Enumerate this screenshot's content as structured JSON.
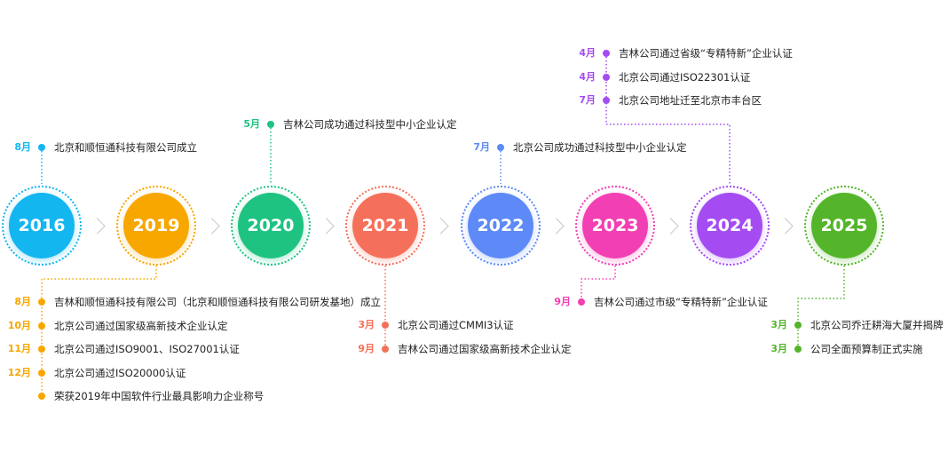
{
  "years": [
    {
      "id": "2016",
      "label": "2016",
      "color": "#14b6f0",
      "top": [
        {
          "month": "8月",
          "text": "北京和顺恒通科技有限公司成立"
        }
      ],
      "bottom": []
    },
    {
      "id": "2019",
      "label": "2019",
      "color": "#f7a700",
      "top": [],
      "bottom": [
        {
          "month": "8月",
          "text": "吉林和顺恒通科技有限公司（北京和顺恒通科技有限公司研发基地）成立"
        },
        {
          "month": "10月",
          "text": "北京公司通过国家级高新技术企业认定"
        },
        {
          "month": "11月",
          "text": "北京公司通过ISO9001、ISO27001认证"
        },
        {
          "month": "12月",
          "text": "北京公司通过ISO20000认证"
        },
        {
          "month": "",
          "text": "荣获2019年中国软件行业最具影响力企业称号"
        }
      ]
    },
    {
      "id": "2020",
      "label": "2020",
      "color": "#1fc381",
      "top": [
        {
          "month": "5月",
          "text": "吉林公司成功通过科技型中小企业认定"
        }
      ],
      "bottom": []
    },
    {
      "id": "2021",
      "label": "2021",
      "color": "#f5705a",
      "top": [],
      "bottom": [
        {
          "month": "3月",
          "text": "北京公司通过CMMI3认证"
        },
        {
          "month": "9月",
          "text": "吉林公司通过国家级高新技术企业认定"
        }
      ]
    },
    {
      "id": "2022",
      "label": "2022",
      "color": "#5d8af7",
      "top": [
        {
          "month": "7月",
          "text": "北京公司成功通过科技型中小企业认定"
        }
      ],
      "bottom": []
    },
    {
      "id": "2023",
      "label": "2023",
      "color": "#f23fb3",
      "top": [],
      "bottom": [
        {
          "month": "9月",
          "text": "吉林公司通过市级“专精特新”企业认证"
        }
      ]
    },
    {
      "id": "2024",
      "label": "2024",
      "color": "#a44cf2",
      "top": [
        {
          "month": "4月",
          "text": "吉林公司通过省级“专精特新”企业认证"
        },
        {
          "month": "4月",
          "text": "北京公司通过ISO22301认证"
        },
        {
          "month": "7月",
          "text": "北京公司地址迁至北京市丰台区"
        }
      ],
      "bottom": []
    },
    {
      "id": "2025",
      "label": "2025",
      "color": "#54b52a",
      "top": [],
      "bottom": [
        {
          "month": "3月",
          "text": "北京公司乔迁耕海大厦并揭牌"
        },
        {
          "month": "3月",
          "text": "公司全面预算制正式实施"
        }
      ]
    }
  ]
}
